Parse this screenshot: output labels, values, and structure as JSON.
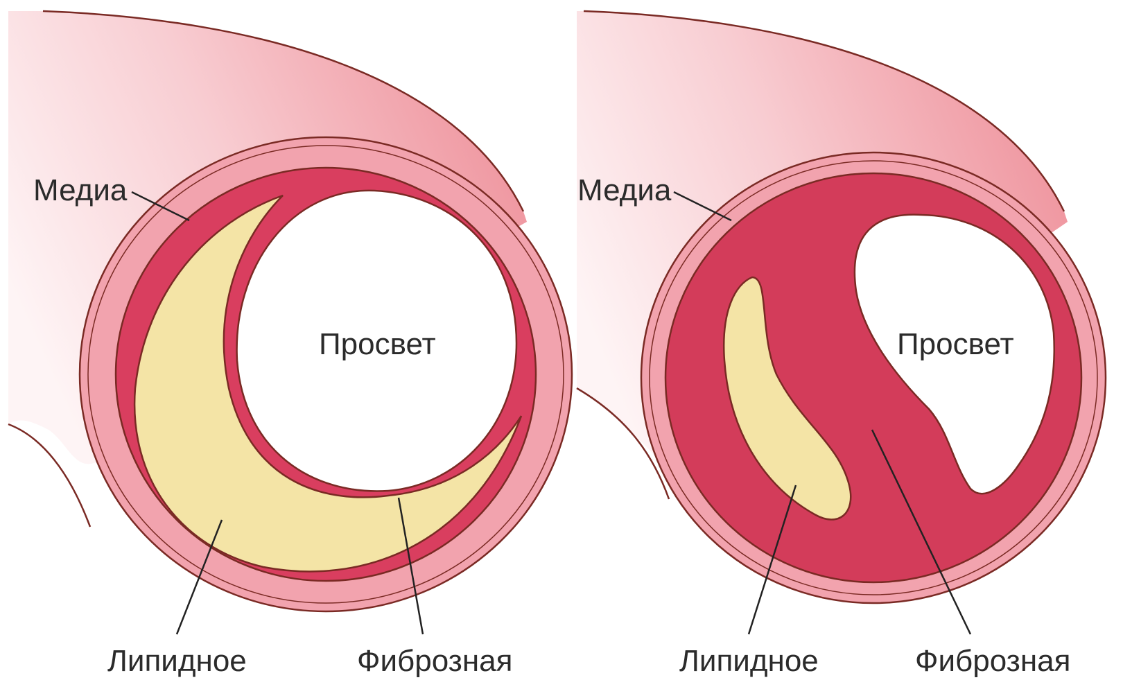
{
  "panels": [
    {
      "media_label": "Медиа",
      "lumen_label": "Просвет",
      "lipid_label": "Липидное",
      "fibrous_label": "Фиброзная"
    },
    {
      "media_label": "Медиа",
      "lumen_label": "Просвет",
      "lipid_label": "Липидное",
      "fibrous_label": "Фиброзная"
    }
  ],
  "colors": {
    "vessel_gradient_dark": "#ef9aa2",
    "vessel_gradient_light": "#fdf0f1",
    "media": "#f2a3ae",
    "intima": "#d93e5f",
    "fibrous_tissue": "#d33c5a",
    "lipid_core": "#f4e4a6",
    "lumen": "#ffffff",
    "outline": "#7a2a24"
  }
}
